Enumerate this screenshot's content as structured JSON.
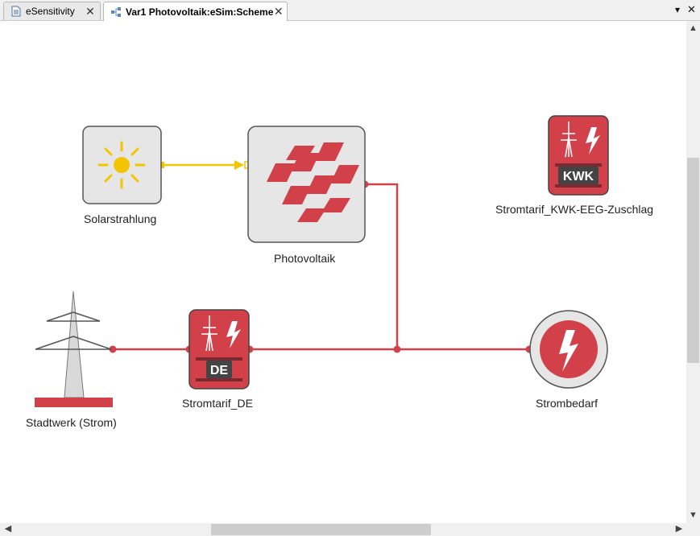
{
  "tabs": [
    {
      "label": "eSensitivity",
      "icon": "document-icon",
      "active": false
    },
    {
      "label": "Var1 Photovoltaik:eSim:Scheme",
      "icon": "scheme-icon",
      "active": true
    }
  ],
  "tab_controls": {
    "menu": "▾",
    "close": "✕"
  },
  "nodes": {
    "solar": {
      "label": "Solarstrahlung",
      "icon": "sun-icon"
    },
    "pv": {
      "label": "Photovoltaik",
      "icon": "solar-panel-icon"
    },
    "kwk": {
      "label": "Stromtarif_KWK-EEG-Zuschlag",
      "icon": "tariff-icon",
      "badge": "KWK"
    },
    "grid": {
      "label": "Stadtwerk (Strom)",
      "icon": "power-pylon-icon"
    },
    "de": {
      "label": "Stromtarif_DE",
      "icon": "tariff-icon",
      "badge": "DE"
    },
    "demand": {
      "label": "Strombedarf",
      "icon": "lightning-icon"
    }
  },
  "colors": {
    "power_line": "#d2404a",
    "solar_line": "#f5c400",
    "node_bg": "#e6e6e6",
    "node_border": "#555555"
  },
  "scrollbars": {
    "up": "▲",
    "down": "▼",
    "left": "◀",
    "right": "▶"
  }
}
